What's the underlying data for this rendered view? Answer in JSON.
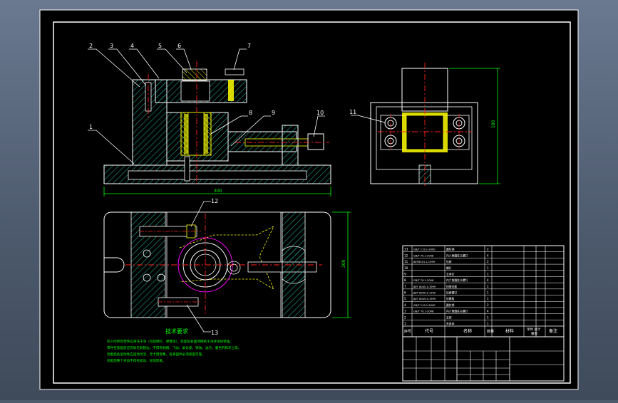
{
  "colors": {
    "paper": "#000000",
    "frame": "#ffffff",
    "hatch": "#1fa08a",
    "part": "#ffffff",
    "highlight": "#ffff00",
    "center_line": "#ff2020",
    "dimension": "#00ff00",
    "callout": "#ffffff",
    "magenta": "#ff00ff"
  },
  "callouts_front": [
    "2",
    "3",
    "4",
    "5",
    "6",
    "7",
    "1",
    "8",
    "9",
    "10"
  ],
  "callout_side": "11",
  "callouts_plan": [
    "12",
    "13"
  ],
  "dimensions": {
    "front_width": "300",
    "side_height": "180",
    "plan_height": "200"
  },
  "technical_requirements": {
    "title": "技术要求",
    "lines": [
      "装入时所有零件应清洗干净（包括销钉、弹簧等），装配前各面须擦拭干净并涂防锈油。",
      "零件在装配前应去除毛刺锐边，不得有划痕、飞边、氧化皮、锈蚀、油污、着色剂和灰尘等。",
      "装配后各运动件应运动灵活，无卡阻现象，各紧固件必须紧固可靠。",
      "装配后整个夹具不得有松动、松弛现象。"
    ]
  },
  "bom": {
    "rows": [
      {
        "no": "13",
        "code": "GB/T 119.1-2000",
        "name": "圆柱销",
        "qty": "2",
        "material": "",
        "note": ""
      },
      {
        "no": "12",
        "code": "GB/T 70.1-2008",
        "name": "内六角圆柱头螺钉",
        "qty": "4",
        "material": "",
        "note": ""
      },
      {
        "no": "11",
        "code": "JB/T8014.1-1999",
        "name": "钻套",
        "qty": "2",
        "material": "",
        "note": ""
      },
      {
        "no": "10",
        "code": "",
        "name": "螺杆",
        "qty": "1",
        "material": "",
        "note": ""
      },
      {
        "no": "9",
        "code": "",
        "name": "支承钉",
        "qty": "1",
        "material": "",
        "note": ""
      },
      {
        "no": "8",
        "code": "GB/T 70.1-2008",
        "name": "内六角圆柱头螺钉",
        "qty": "4",
        "material": "",
        "note": ""
      },
      {
        "no": "7",
        "code": "JB/T 8045.3-1999",
        "name": "快换钻套",
        "qty": "1",
        "material": "",
        "note": ""
      },
      {
        "no": "6",
        "code": "JB/T 8045.2-1999",
        "name": "钻套螺钉",
        "qty": "1",
        "material": "",
        "note": ""
      },
      {
        "no": "5",
        "code": "JB/T 8045.5-1999",
        "name": "钻模板",
        "qty": "1",
        "material": "",
        "note": ""
      },
      {
        "no": "4",
        "code": "GB/T 119.1-2000",
        "name": "圆柱销",
        "qty": "2",
        "material": "",
        "note": ""
      },
      {
        "no": "3",
        "code": "GB/T 70.1-2008",
        "name": "内六角圆柱头螺钉",
        "qty": "4",
        "material": "",
        "note": ""
      },
      {
        "no": "2",
        "code": "",
        "name": "支架",
        "qty": "1",
        "material": "",
        "note": ""
      },
      {
        "no": "1",
        "code": "",
        "name": "夹具体",
        "qty": "1",
        "material": "",
        "note": ""
      }
    ],
    "header": {
      "no": "序号",
      "code": "代号",
      "name": "名称",
      "qty": "数量",
      "material": "材料",
      "weight": "单件 总计",
      "weight2": "重量",
      "note": "备注"
    }
  }
}
